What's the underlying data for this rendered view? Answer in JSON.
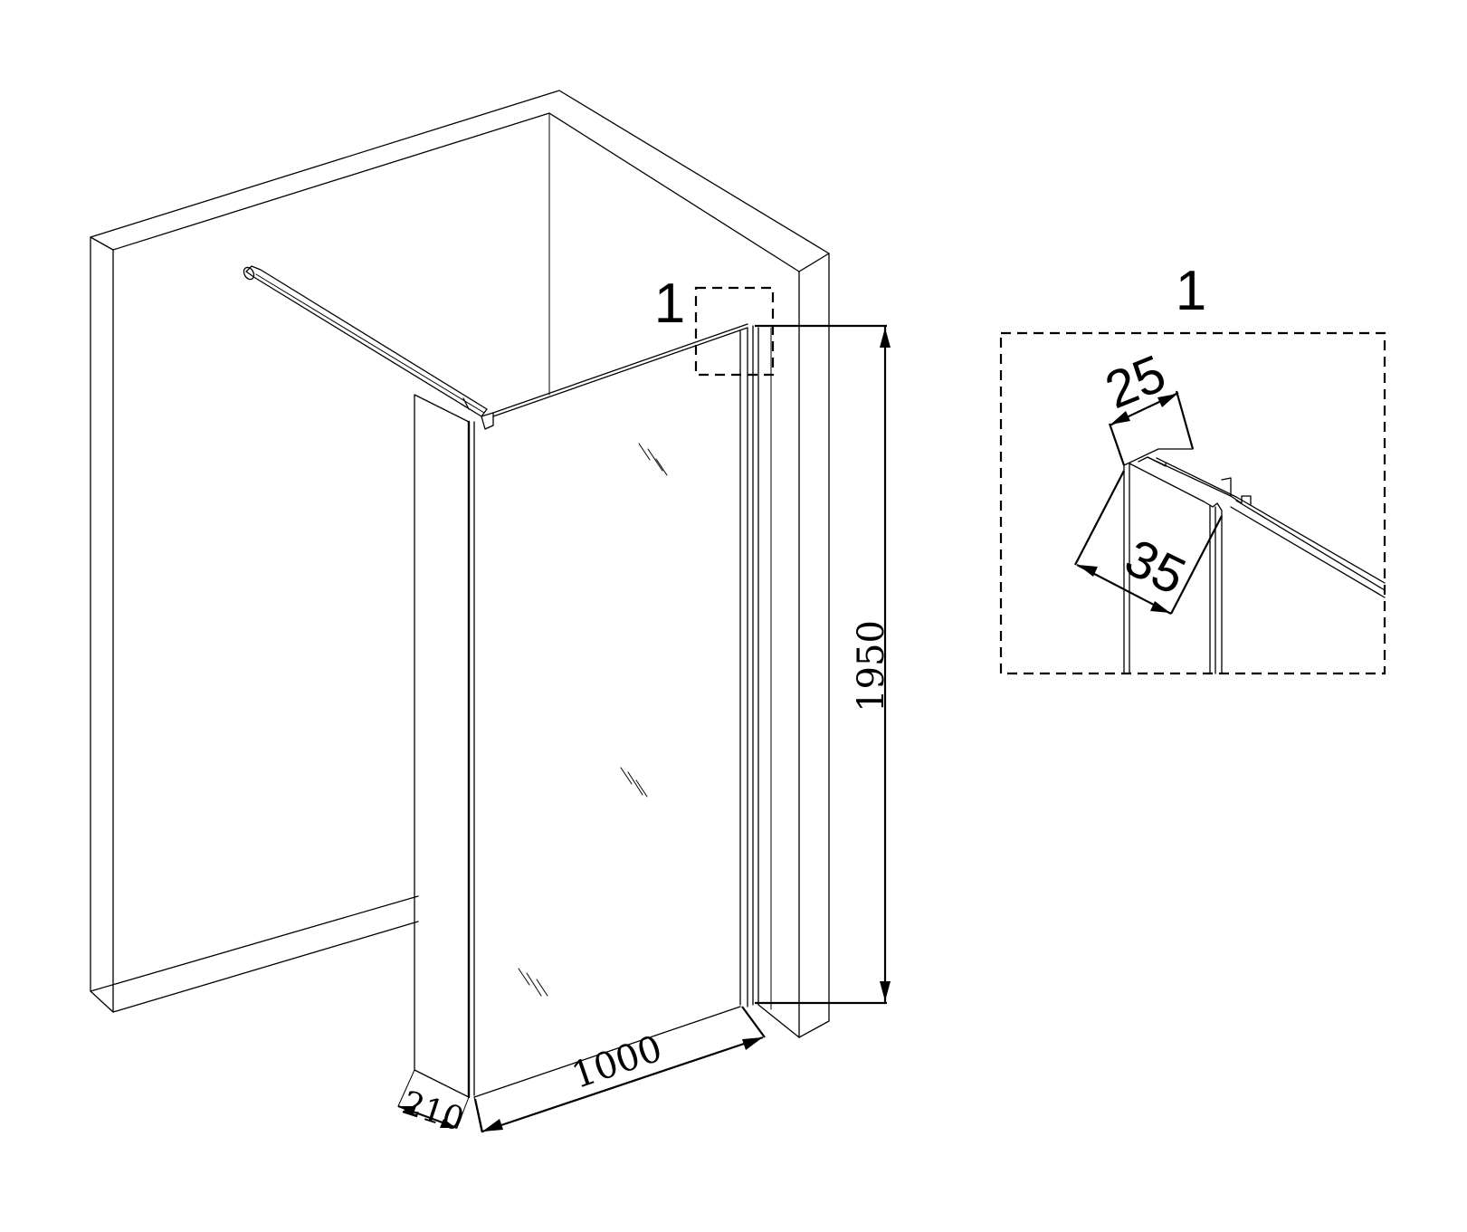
{
  "callout_label": "1",
  "detail": {
    "title": "1",
    "dimensions": {
      "top_width": "25",
      "profile_depth": "35"
    }
  },
  "dimensions": {
    "height": "1950",
    "width": "1000",
    "return_width": "210"
  },
  "colors": {
    "line": "#000000",
    "background": "#ffffff"
  }
}
